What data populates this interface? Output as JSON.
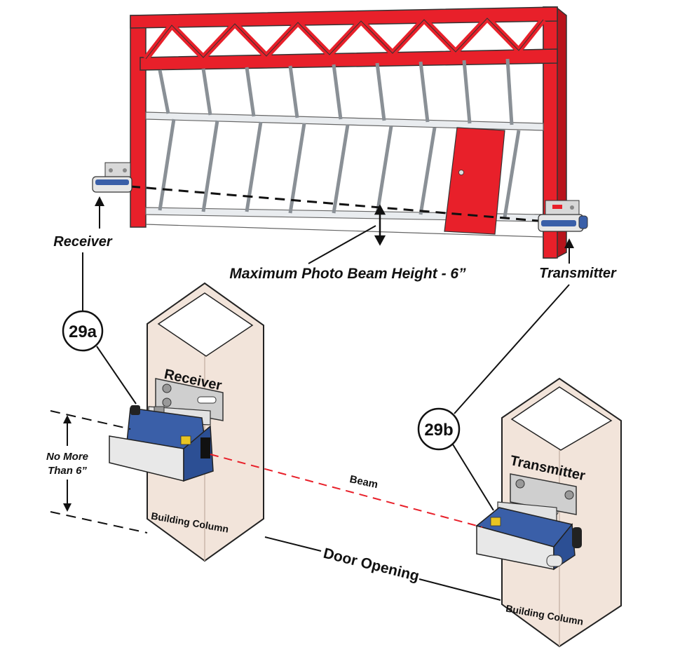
{
  "labels": {
    "receiver_top": "Receiver",
    "transmitter_top": "Transmitter",
    "max_height": "Maximum Photo Beam Height - 6”",
    "callout_a": "29a",
    "callout_b": "29b",
    "receiver_column": "Receiver",
    "transmitter_column": "Transmitter",
    "building_column_left": "Building Column",
    "building_column_right": "Building Column",
    "no_more_line1": "No More",
    "no_more_line2": "Than 6”",
    "beam": "Beam",
    "door_opening": "Door Opening"
  },
  "colors": {
    "frame": "#e8202a",
    "panel_line": "#9aa0a6",
    "column_fill": "#f2e4da",
    "sensor_blue": "#3a5fa8",
    "beam_red": "#e8202a"
  }
}
